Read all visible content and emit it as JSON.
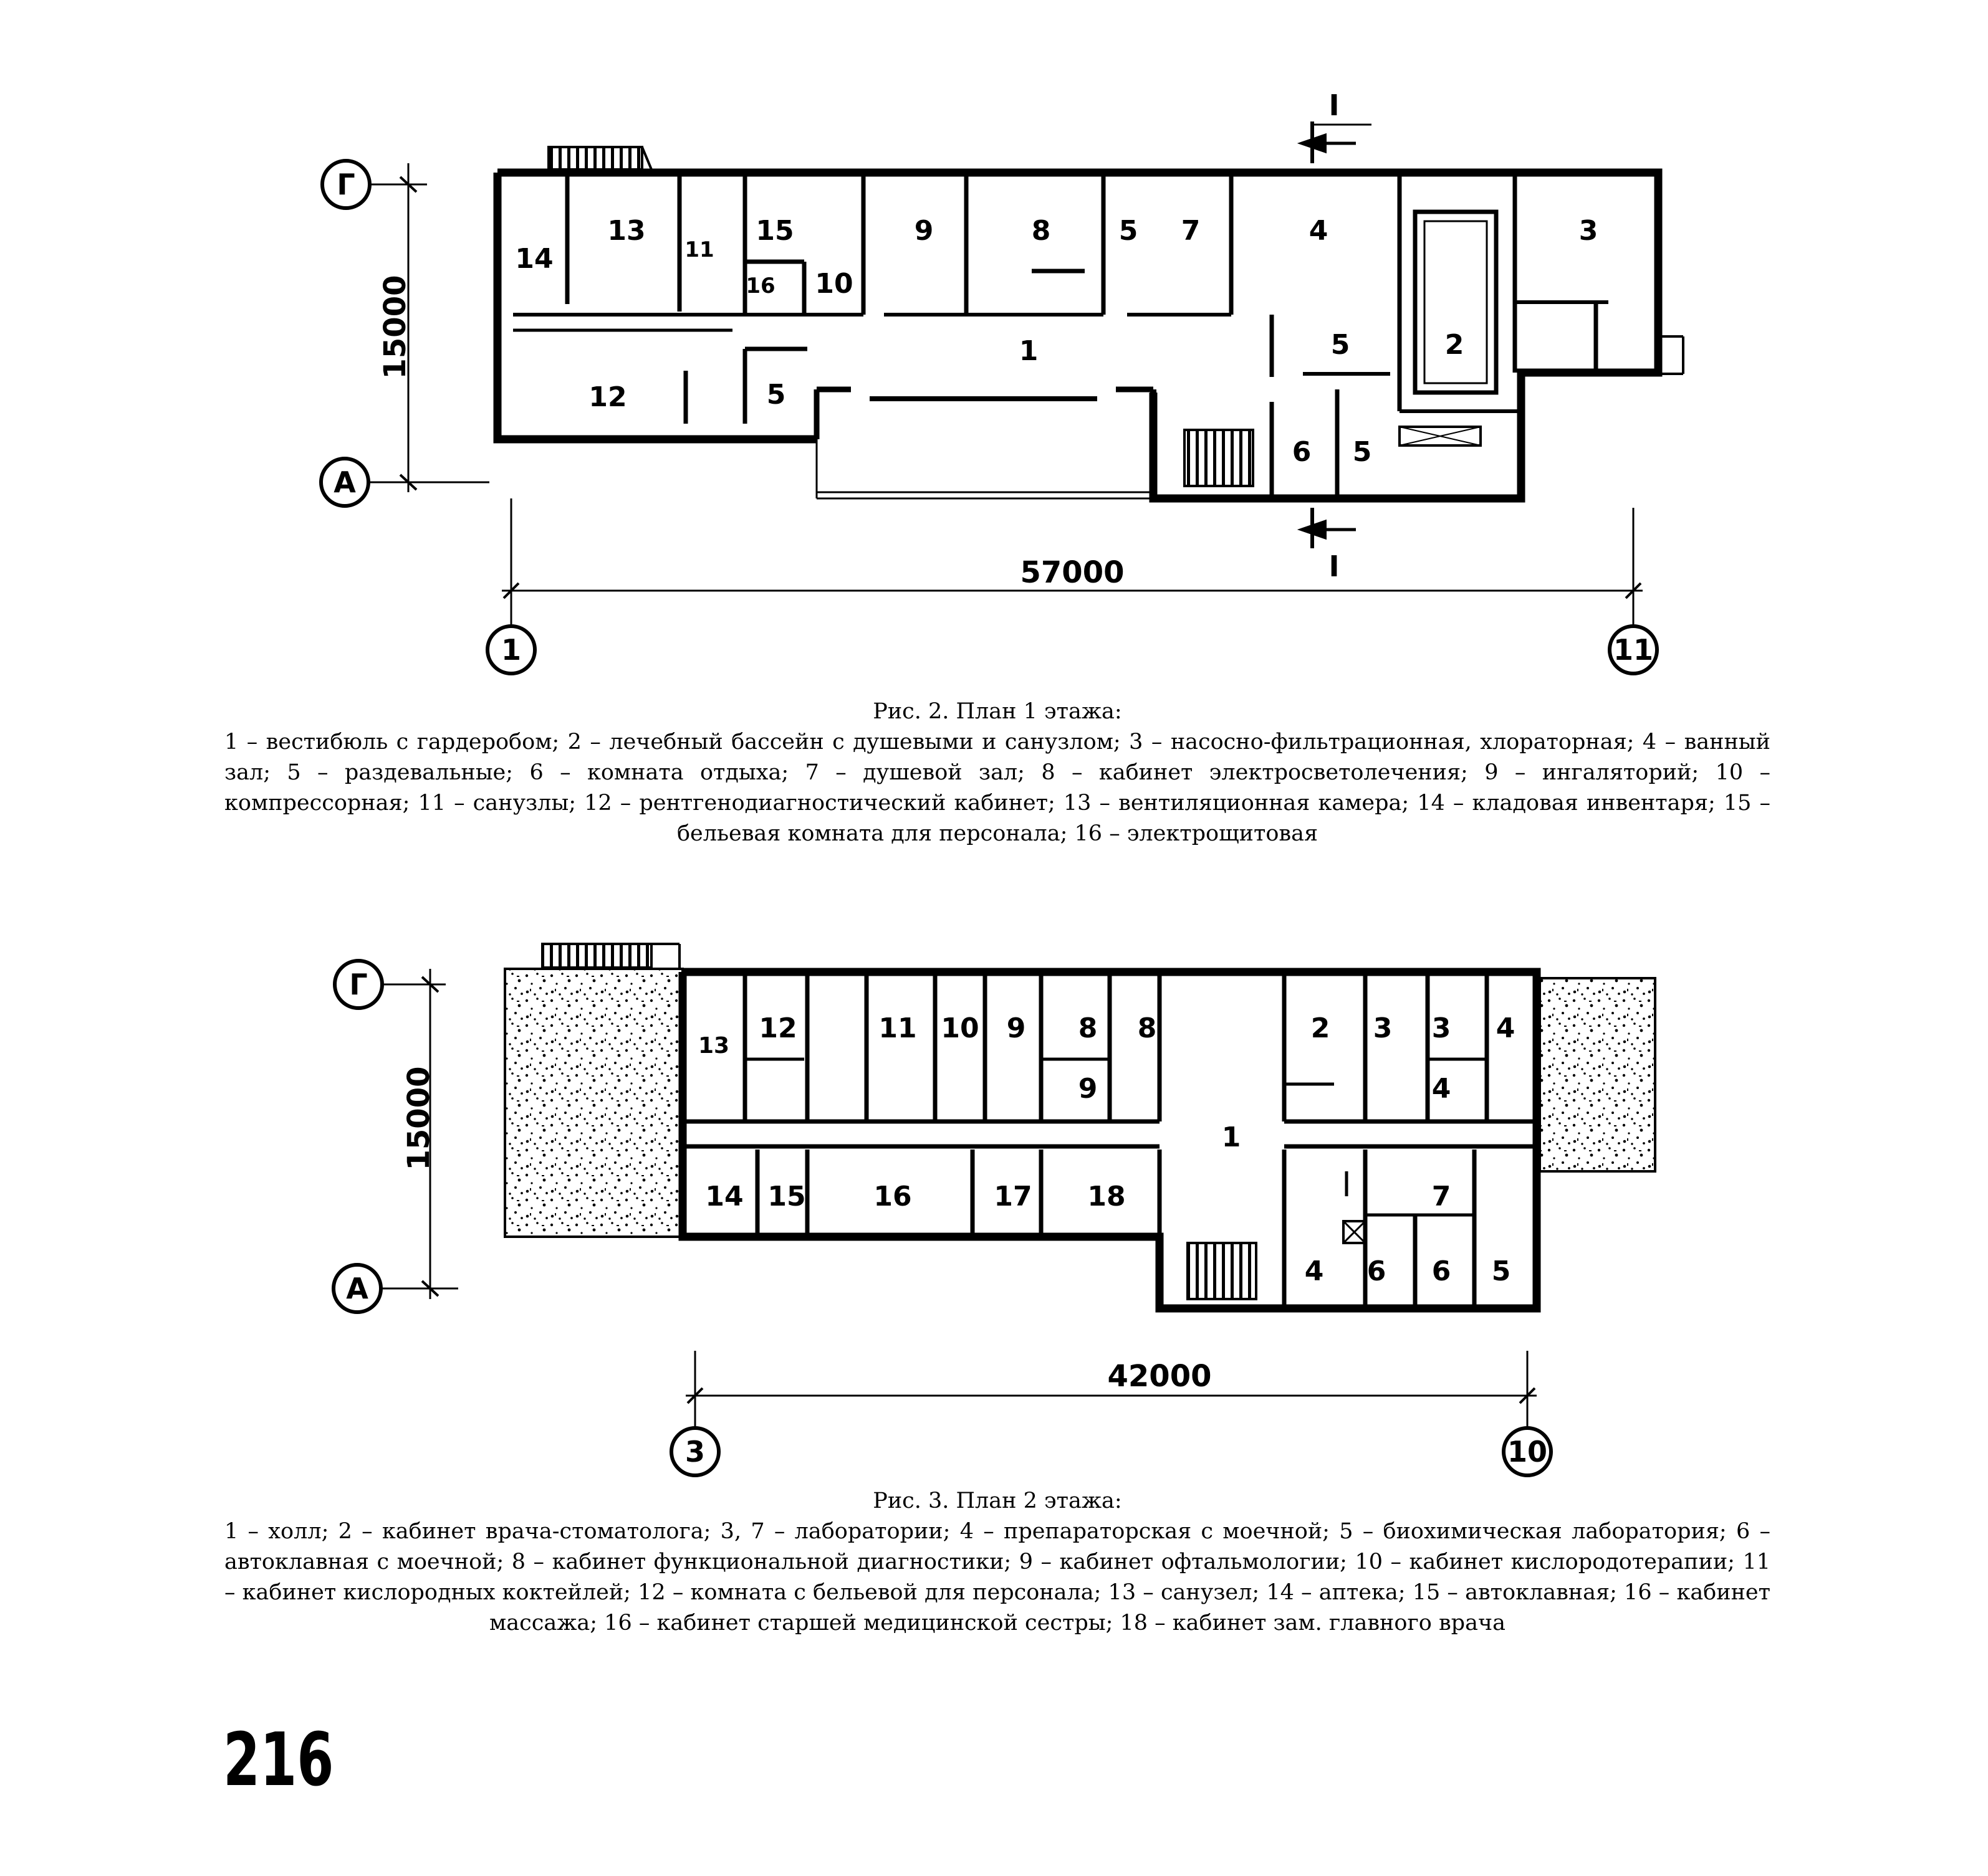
{
  "page_number": "216",
  "plan1": {
    "axes": {
      "top_left": "Г",
      "bottom_left": "А",
      "bottom_start": "1",
      "bottom_end": "11"
    },
    "dimensions": {
      "height": "15000",
      "width": "57000"
    },
    "section_mark": "I",
    "rooms": {
      "r1": "1",
      "r2": "2",
      "r3": "3",
      "r4": "4",
      "r5a": "5",
      "r5b": "5",
      "r5c": "5",
      "r5d": "5",
      "r6": "6",
      "r7": "7",
      "r8": "8",
      "r9": "9",
      "r10": "10",
      "r11": "11",
      "r12": "12",
      "r13": "13",
      "r14": "14",
      "r15": "15",
      "r16": "16"
    },
    "caption_title": "Рис. 2. План 1 этажа:",
    "caption_body": "1 – вестибюль с гардеробом; 2 – лечебный бассейн с душевыми и санузлом; 3 – насосно-фильтрационная, хлораторная; 4 – ванный зал; 5 – раздевальные; 6 – комната отдыха; 7 – душевой зал; 8 – кабинет электросветолечения; 9 – ингаляторий; 10 – компрессорная; 11 – санузлы; 12 – рентгенодиагностический кабинет; 13 – вентиляционная камера; 14 – кладовая инвентаря; 15 – бельевая комната для персонала; 16 – электрощитовая"
  },
  "plan2": {
    "axes": {
      "top_left": "Г",
      "bottom_left": "А",
      "bottom_start": "3",
      "bottom_end": "10"
    },
    "dimensions": {
      "height": "15000",
      "width": "42000"
    },
    "rooms": {
      "r1": "1",
      "r2": "2",
      "r3a": "3",
      "r3b": "3",
      "r4a": "4",
      "r4b": "4",
      "r4c": "4",
      "r5": "5",
      "r6a": "6",
      "r6b": "6",
      "r7": "7",
      "r8a": "8",
      "r8b": "8",
      "r9a": "9",
      "r9b": "9",
      "r10": "10",
      "r11": "11",
      "r12": "12",
      "r13": "13",
      "r14": "14",
      "r15": "15",
      "r16": "16",
      "r17": "17",
      "r18": "18"
    },
    "caption_title": "Рис. 3. План 2 этажа:",
    "caption_body": "1 – холл; 2 – кабинет врача-стоматолога; 3, 7 – лаборатории; 4 – препараторская с моечной; 5 – биохимическая лаборатория; 6 – автоклавная с моечной; 8 – кабинет функциональной диагностики; 9 – кабинет офтальмологии; 10 – кабинет кислородотерапии; 11 – кабинет кислородных коктейлей; 12 – комната с бельевой для персонала; 13 – санузел; 14 – аптека; 15 – автоклавная; 16 – кабинет массажа; 16 – кабинет старшей медицинской сестры; 18 – кабинет зам. главного врача"
  }
}
